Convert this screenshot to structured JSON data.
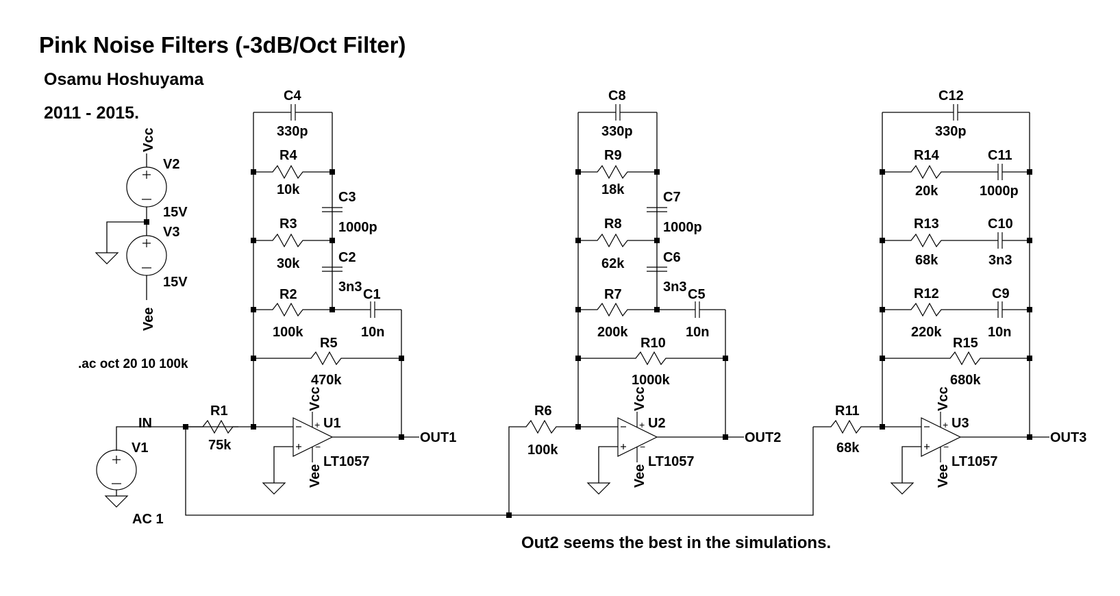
{
  "title": "Pink Noise Filters (-3dB/Oct Filter)",
  "author": "Osamu Hoshuyama",
  "years": "2011 - 2015.",
  "directive": ".ac oct 20 10 100k",
  "note": "Out2 seems the best in the simulations.",
  "power": {
    "vcc_net": "Vcc",
    "vee_net": "Vee",
    "v2": {
      "name": "V2",
      "value": "15V"
    },
    "v3": {
      "name": "V3",
      "value": "15V"
    }
  },
  "source": {
    "name": "V1",
    "value": "AC 1",
    "net": "IN"
  },
  "stages": [
    {
      "input_resistor": {
        "name": "R1",
        "value": "75k"
      },
      "feedback_cap": {
        "name": "C4",
        "value": "330p"
      },
      "rows": [
        {
          "r": {
            "name": "R4",
            "value": "10k"
          }
        },
        {
          "r": {
            "name": "R3",
            "value": "30k"
          },
          "c": {
            "name": "C3",
            "value": "1000p"
          }
        },
        {
          "r": {
            "name": "R2",
            "value": "100k"
          },
          "c": {
            "name": "C2",
            "value": "3n3"
          }
        }
      ],
      "series_cap": {
        "name": "C1",
        "value": "10n"
      },
      "bypass_resistor": {
        "name": "R5",
        "value": "470k"
      },
      "opamp": {
        "name": "U1",
        "model": "LT1057",
        "vcc": "Vcc",
        "vee": "Vee"
      },
      "output": "OUT1"
    },
    {
      "input_resistor": {
        "name": "R6",
        "value": "100k"
      },
      "feedback_cap": {
        "name": "C8",
        "value": "330p"
      },
      "rows": [
        {
          "r": {
            "name": "R9",
            "value": "18k"
          }
        },
        {
          "r": {
            "name": "R8",
            "value": "62k"
          },
          "c": {
            "name": "C7",
            "value": "1000p"
          }
        },
        {
          "r": {
            "name": "R7",
            "value": "200k"
          },
          "c": {
            "name": "C6",
            "value": "3n3"
          }
        }
      ],
      "series_cap": {
        "name": "C5",
        "value": "10n"
      },
      "bypass_resistor": {
        "name": "R10",
        "value": "1000k"
      },
      "opamp": {
        "name": "U2",
        "model": "LT1057",
        "vcc": "Vcc",
        "vee": "Vee"
      },
      "output": "OUT2"
    },
    {
      "input_resistor": {
        "name": "R11",
        "value": "68k"
      },
      "feedback_cap": {
        "name": "C12",
        "value": "330p"
      },
      "rows": [
        {
          "r": {
            "name": "R14",
            "value": "20k"
          },
          "c": {
            "name": "C11",
            "value": "1000p"
          }
        },
        {
          "r": {
            "name": "R13",
            "value": "68k"
          },
          "c": {
            "name": "C10",
            "value": "3n3"
          }
        },
        {
          "r": {
            "name": "R12",
            "value": "220k"
          },
          "c": {
            "name": "C9",
            "value": "10n"
          }
        }
      ],
      "bypass_resistor": {
        "name": "R15",
        "value": "680k"
      },
      "opamp": {
        "name": "U3",
        "model": "LT1057",
        "vcc": "Vcc",
        "vee": "Vee"
      },
      "output": "OUT3"
    }
  ]
}
